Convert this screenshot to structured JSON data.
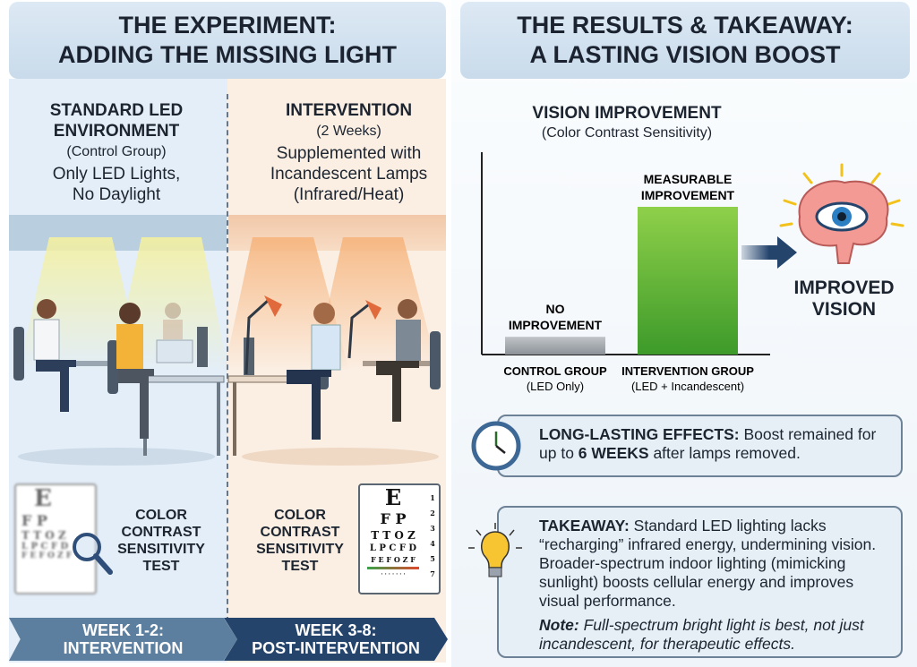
{
  "left_panel": {
    "title_line1": "THE EXPERIMENT:",
    "title_line2": "ADDING THE MISSING LIGHT",
    "control": {
      "heading_line1": "STANDARD LED",
      "heading_line2": "ENVIRONMENT",
      "sub": "(Control Group)",
      "desc_line1": "Only LED Lights,",
      "desc_line2": "No Daylight"
    },
    "intervention": {
      "heading": "INTERVENTION",
      "sub": "(2 Weeks)",
      "desc_line1": "Supplemented with",
      "desc_line2": "Incandescent Lamps",
      "desc_line3": "(Infrared/Heat)"
    },
    "test_left": [
      "COLOR",
      "CONTRAST",
      "SENSITIVITY",
      "TEST"
    ],
    "test_right": [
      "COLOR",
      "CONTRAST",
      "SENSITIVITY",
      "TEST"
    ],
    "eye_chart_rows": [
      "E",
      "F P",
      "T T O Z",
      "L P C F D",
      "F E F O Z F",
      "· · · · · · ·"
    ],
    "eye_chart_numbers": [
      "1",
      "2",
      "3",
      "4",
      "5",
      "7"
    ],
    "timeline": [
      {
        "line1": "WEEK 1-2:",
        "line2": "INTERVENTION"
      },
      {
        "line1": "WEEK 3-8:",
        "line2": "POST-INTERVENTION"
      }
    ]
  },
  "right_panel": {
    "title_line1": "THE RESULTS & TAKEAWAY:",
    "title_line2": "A LASTING VISION BOOST",
    "improved_line1": "IMPROVED",
    "improved_line2": "VISION",
    "long_lasting": {
      "label": "LONG-LASTING EFFECTS:",
      "text1": " Boost remained for up to ",
      "bold": "6 WEEKS",
      "text2": " after lamps removed."
    },
    "takeaway": {
      "label": "TAKEAWAY:",
      "text": " Standard LED lighting lacks “recharging” infrared energy, undermining vision. Broader-spectrum indoor lighting (mimicking sunlight) boosts cellular energy and improves visual performance.",
      "note_label": "Note:",
      "note_text": " Full-spectrum bright light is best, not just incandescent, for therapeutic effects."
    }
  },
  "chart_data": {
    "type": "bar",
    "title": "VISION IMPROVEMENT",
    "subtitle": "(Color Contrast Sensitivity)",
    "categories": [
      {
        "line1": "CONTROL GROUP",
        "line2": "(LED Only)"
      },
      {
        "line1": "INTERVENTION GROUP",
        "line2": "(LED + Incandescent)"
      }
    ],
    "values": [
      9,
      75
    ],
    "ylim": [
      0,
      100
    ],
    "bar_labels": [
      {
        "line1": "NO",
        "line2": "IMPROVEMENT"
      },
      {
        "line1": "MEASURABLE",
        "line2": "IMPROVEMENT"
      }
    ],
    "colors": [
      "#9aa0a6",
      "#5cb832"
    ]
  }
}
